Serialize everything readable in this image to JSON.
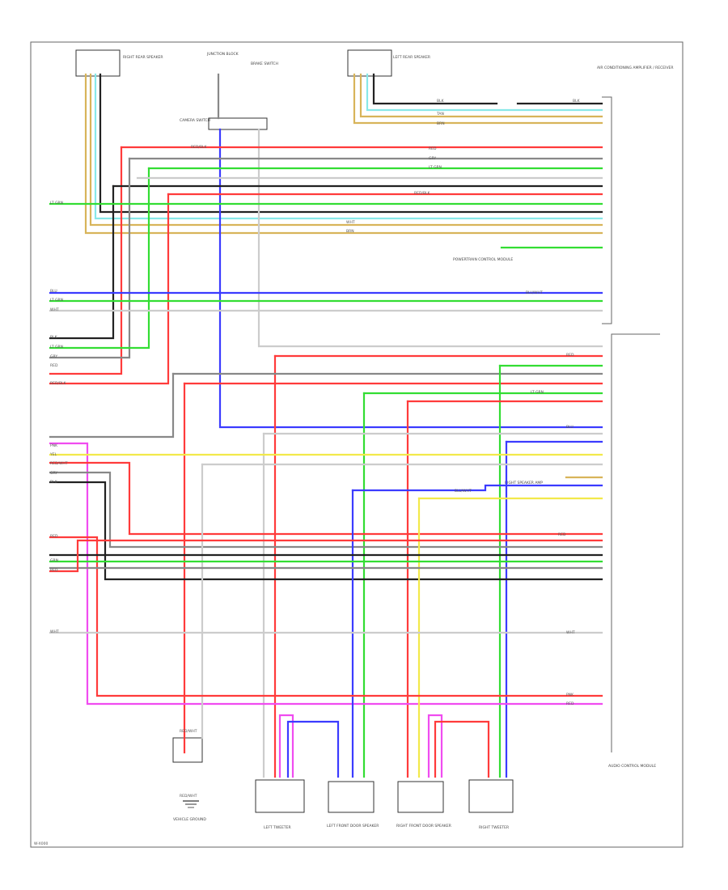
{
  "diagram": {
    "footer_code": "W-X000",
    "components": {
      "right_rear_speaker": "RIGHT REAR SPEAKER",
      "left_rear_speaker": "LEFT REAR SPEAKER",
      "junction_block": "JUNCTION BLOCK",
      "brake_switch": "BRAKE SWITCH",
      "air_conditioning_amplifier": "AIR CONDITIONING AMPLIFIER / RECEIVER",
      "camera_switch": "CAMERA SWITCH",
      "right_speaker_amp": "RIGHT SPEAKER AMP",
      "powertrain_control_module": "POWERTRAIN CONTROL MODULE",
      "vehicle_ground": "VEHICLE GROUND",
      "left_tweeter": "LEFT TWEETER",
      "left_front_door_speaker": "LEFT FRONT DOOR SPEAKER",
      "right_front_door_speaker": "RIGHT FRONT DOOR SPEAKER",
      "right_tweeter": "RIGHT TWEETER",
      "audio_control_module": "AUDIO CONTROL MODULE"
    },
    "colors": {
      "red": "#ff3b3b",
      "pink": "#ff7ab8",
      "magenta": "#f04cf0",
      "green": "#33dd33",
      "blue": "#3b3bff",
      "yellow": "#f2e94a",
      "tan": "#d8b45a",
      "black": "#222222",
      "gray": "#888888",
      "lightgray": "#cccccc",
      "cyan": "#88e8e8"
    },
    "wire_labels": {
      "bk": "BLK",
      "gry": "GRY",
      "lt_grn": "LT GRN",
      "red": "RED",
      "red_blk": "RED/BLK",
      "wht": "WHT",
      "pnk": "PNK",
      "yel": "YEL",
      "blu": "BLU",
      "brn": "BRN",
      "tan": "TAN",
      "vio": "VIO",
      "red_wht": "RED/WHT",
      "grn": "GRN",
      "blu_wht": "BLU/WHT",
      "brn_wht": "BRN/WHT"
    }
  }
}
